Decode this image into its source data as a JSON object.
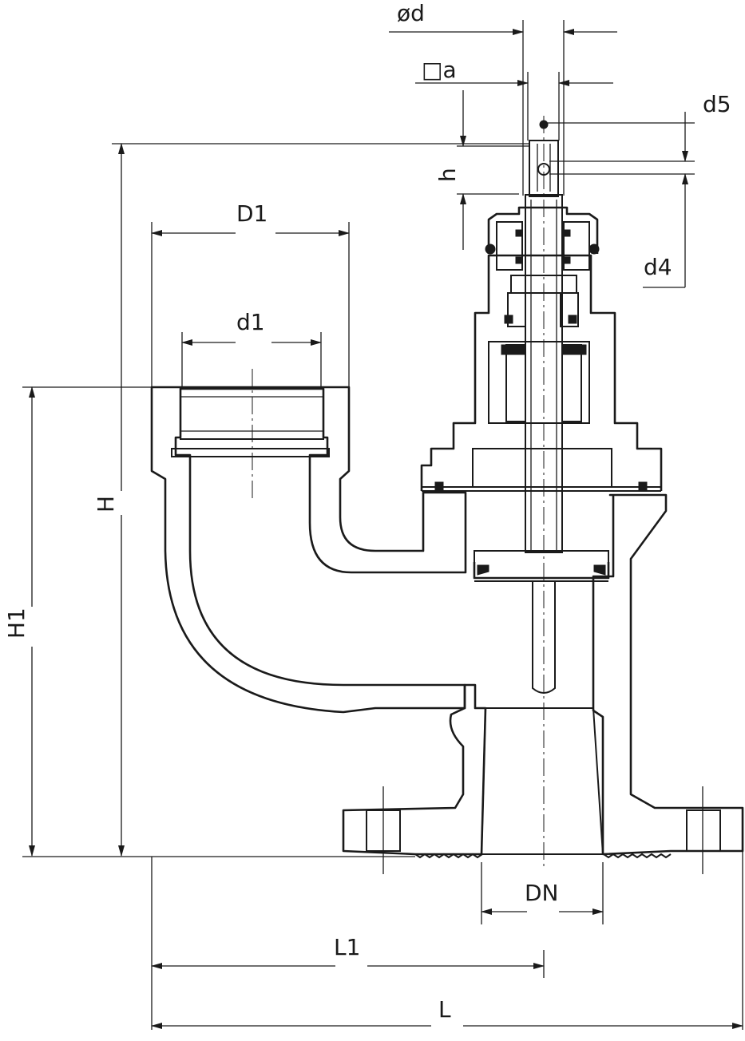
{
  "dimensions": {
    "od": "ød",
    "a": "□a",
    "d5": "d5",
    "h": "h",
    "d4": "d4",
    "D1": "D1",
    "d1": "d1",
    "H": "H",
    "H1": "H1",
    "DN": "DN",
    "L1": "L1",
    "L": "L"
  },
  "colors": {
    "line": "#1a1a1a",
    "background": "#ffffff"
  }
}
